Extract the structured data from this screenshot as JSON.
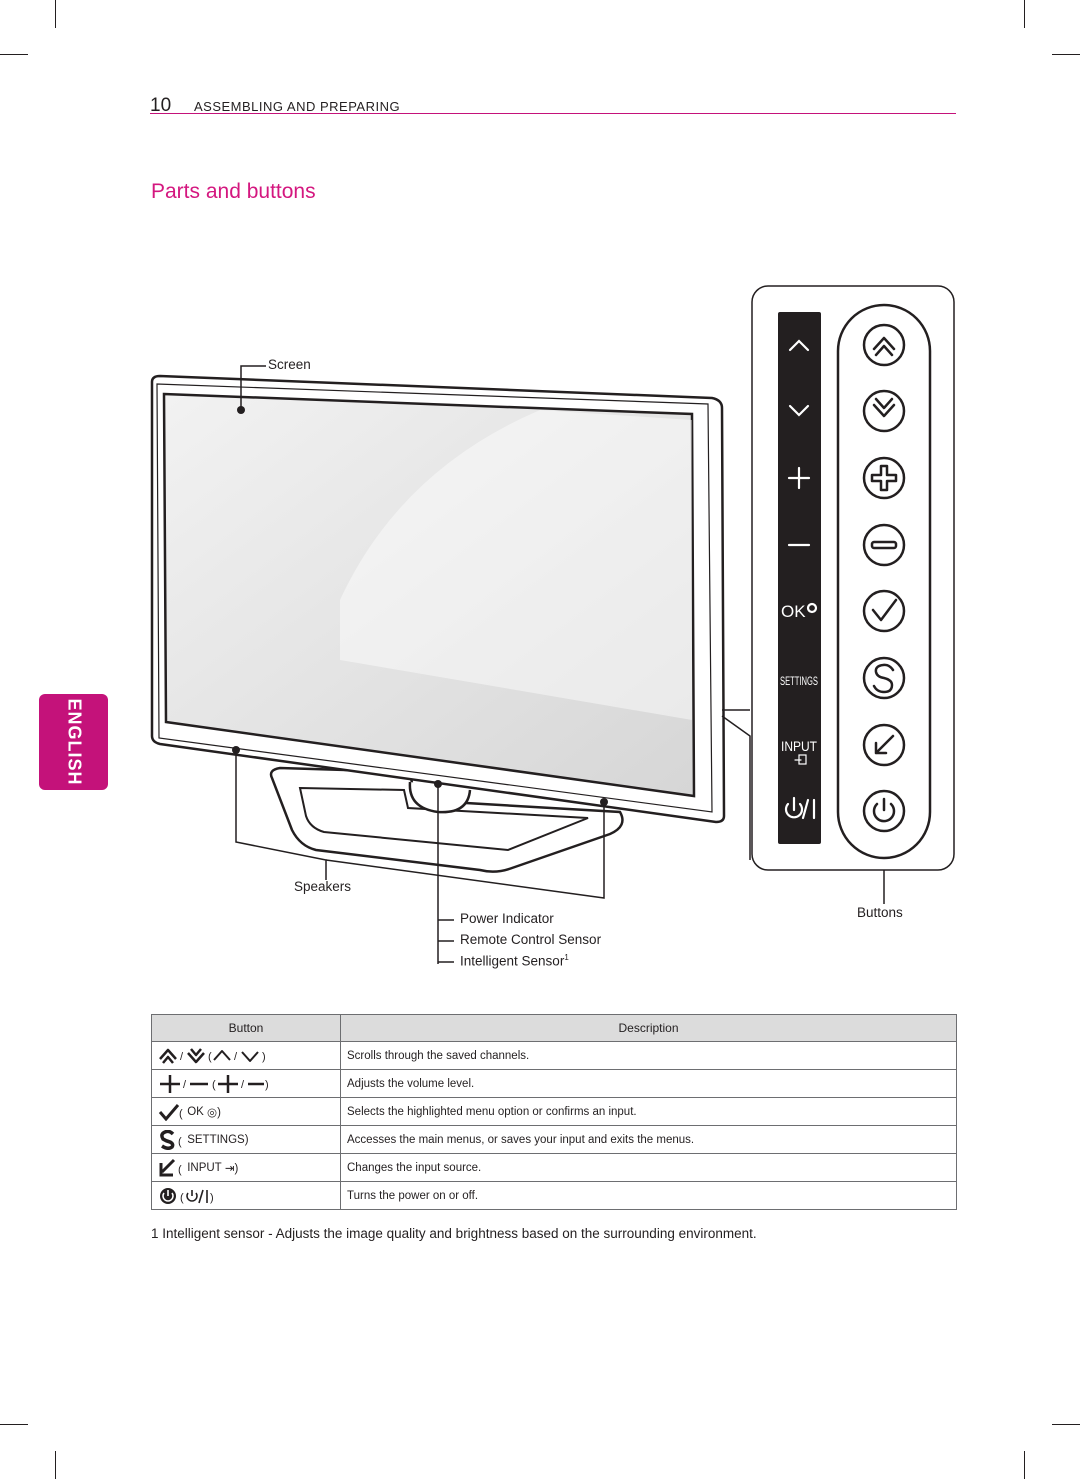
{
  "header": {
    "page_number": "10",
    "section": "ASSEMBLING AND PREPARING"
  },
  "title": "Parts and buttons",
  "side_tab": "ENGLISH",
  "diagram_labels": {
    "screen": "Screen",
    "speakers": "Speakers",
    "power_indicator": "Power Indicator",
    "remote_sensor": "Remote Control Sensor",
    "intelligent_sensor": "Intelligent Sensor",
    "intelligent_sup": "1",
    "buttons": "Buttons"
  },
  "panel_text": {
    "ok": "OK",
    "settings": "SETTINGS",
    "input": "INPUT"
  },
  "table": {
    "headers": [
      "Button",
      "Description"
    ],
    "rows": [
      {
        "icon": "channel-up-down-icon",
        "button": "",
        "description": "Scrolls through the saved channels."
      },
      {
        "icon": "volume-plus-minus-icon",
        "button": "",
        "description": "Adjusts the volume level."
      },
      {
        "icon": "ok-check-icon",
        "button": "OK",
        "description": "Selects the highlighted menu option or confirms an input."
      },
      {
        "icon": "settings-s-icon",
        "button": "SETTINGS",
        "description": "Accesses the main menus, or saves your input and exits the menus."
      },
      {
        "icon": "input-arrow-icon",
        "button": "INPUT",
        "description": "Changes the input source."
      },
      {
        "icon": "power-icon",
        "button": "",
        "description": "Turns the power on or off."
      }
    ]
  },
  "footnote": "1 Intelligent sensor - Adjusts the image quality and brightness based on the surrounding environment.",
  "colors": {
    "accent": "#c4127a",
    "title": "#d4177f",
    "text": "#231f20",
    "table_header_bg": "#dcdcdc"
  }
}
